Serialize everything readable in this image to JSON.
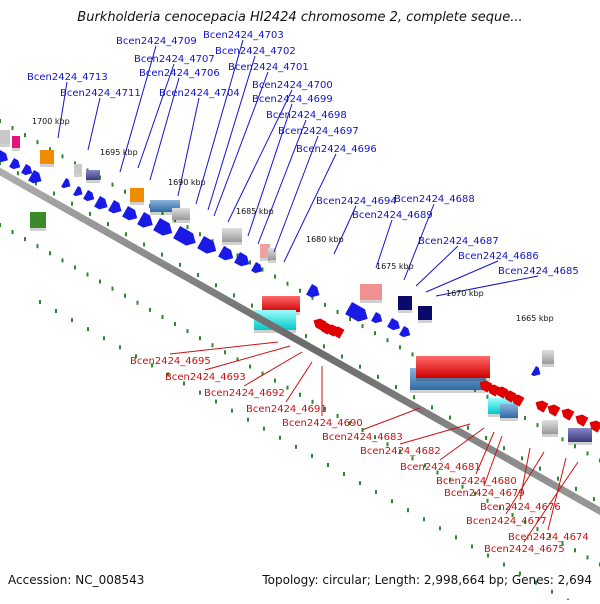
{
  "title": "Burkholderia cenocepacia HI2424 chromosome 2, complete seque...",
  "footer": {
    "accession": "Accession: NC_008543",
    "summary": "Topology: circular; Length: 2,998,664 bp; Genes: 2,694"
  },
  "colors": {
    "forward_label": "#1414c8",
    "reverse_label": "#cc1111",
    "backbone": "#808080",
    "tick": "#2a8a2a",
    "cds_blue": "#1a1ae6"
  },
  "scale_labels": [
    "1700 kbp",
    "1695 kbp",
    "1690 kbp",
    "1685 kbp",
    "1680 kbp",
    "1675 kbp",
    "1670 kbp",
    "1665 kbp"
  ],
  "forward_genes": [
    "Bcen2424_4713",
    "Bcen2424_4711",
    "Bcen2424_4709",
    "Bcen2424_4707",
    "Bcen2424_4706",
    "Bcen2424_4704",
    "Bcen2424_4703",
    "Bcen2424_4702",
    "Bcen2424_4701",
    "Bcen2424_4700",
    "Bcen2424_4699",
    "Bcen2424_4698",
    "Bcen2424_4697",
    "Bcen2424_4696",
    "Bcen2424_4694",
    "Bcen2424_4689",
    "Bcen2424_4688",
    "Bcen2424_4687",
    "Bcen2424_4686",
    "Bcen2424_4685"
  ],
  "reverse_genes": [
    "Bcen2424_4695",
    "Bcen2424_4693",
    "Bcen2424_4692",
    "Bcen2424_4691",
    "Bcen2424_4690",
    "Bcen2424_4683",
    "Bcen2424_4682",
    "Bcen2424_4681",
    "Bcen2424_4680",
    "Bcen2424_4679",
    "Bcen2424_4676",
    "Bcen2424_4677",
    "Bcen2424_4674",
    "Bcen2424_4675"
  ]
}
